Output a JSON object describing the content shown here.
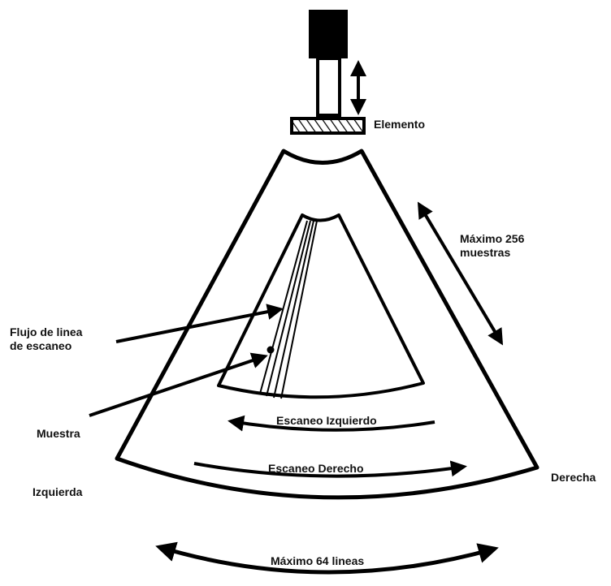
{
  "labels": {
    "elemento": "Elemento",
    "maximo_muestras_1": "Máximo 256",
    "maximo_muestras_2": "muestras",
    "flujo_1": "Flujo de linea",
    "flujo_2": "de escaneo",
    "muestra": "Muestra",
    "escaneo_izquierdo": "Escaneo Izquierdo",
    "escaneo_derecho": "Escaneo Derecho",
    "izquierda": "Izquierda",
    "derecha": "Derecha",
    "maximo_lineas": "Máximo 64 lineas"
  },
  "colors": {
    "ink": "#000000",
    "background": "#ffffff"
  }
}
